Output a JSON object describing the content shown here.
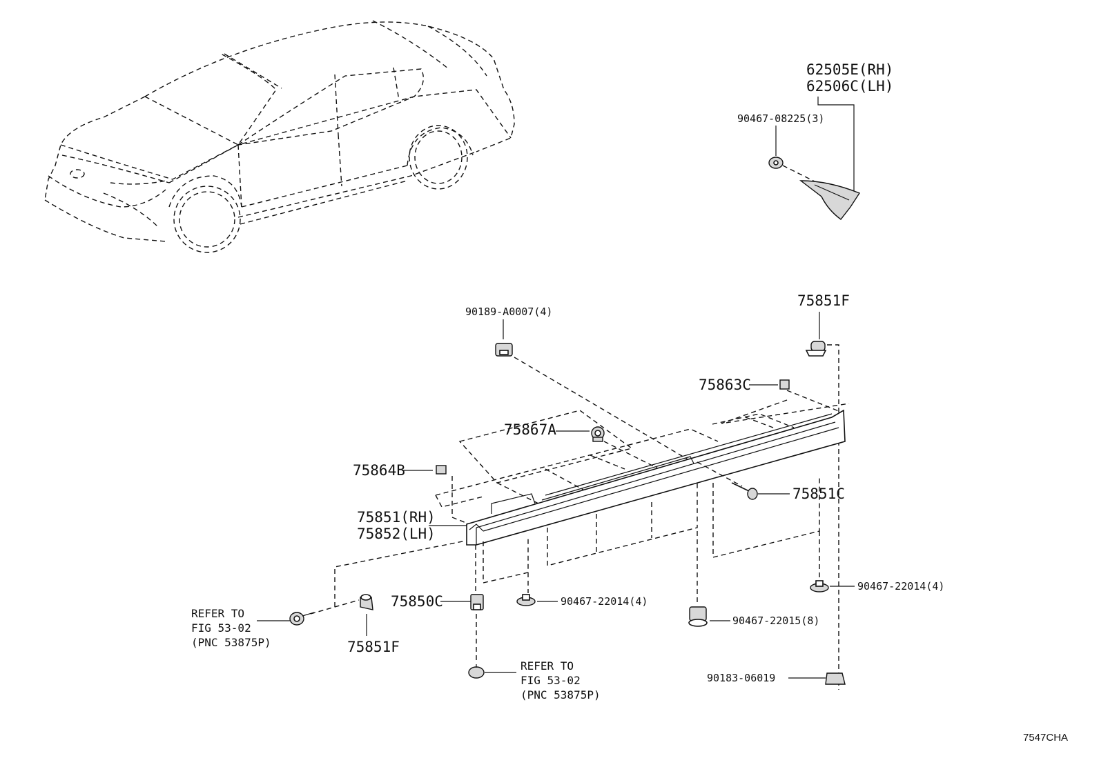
{
  "labels": {
    "p62505e": "62505E(RH)",
    "p62506c": "62506C(LH)",
    "p90467_08225": "90467-08225(3)",
    "p90189": "90189-A0007(4)",
    "p75851f_top": "75851F",
    "p75863c": "75863C",
    "p75867a": "75867A",
    "p75864b": "75864B",
    "p75851c": "75851C",
    "p75851rh": "75851(RH)",
    "p75852lh": "75852(LH)",
    "p75850c": "75850C",
    "p90467_22014_a": "90467-22014(4)",
    "p90467_22014_b": "90467-22014(4)",
    "p90467_22015": "90467-22015(8)",
    "p90183": "90183-06019",
    "p75851f_bot": "75851F"
  },
  "refer_left": {
    "line1": "REFER TO",
    "line2": "FIG 53-02",
    "line3": "(PNC 53875P)"
  },
  "refer_bottom": {
    "line1": "REFER TO",
    "line2": "FIG 53-02",
    "line3": "(PNC 53875P)"
  },
  "figure_code": "7547CHA"
}
